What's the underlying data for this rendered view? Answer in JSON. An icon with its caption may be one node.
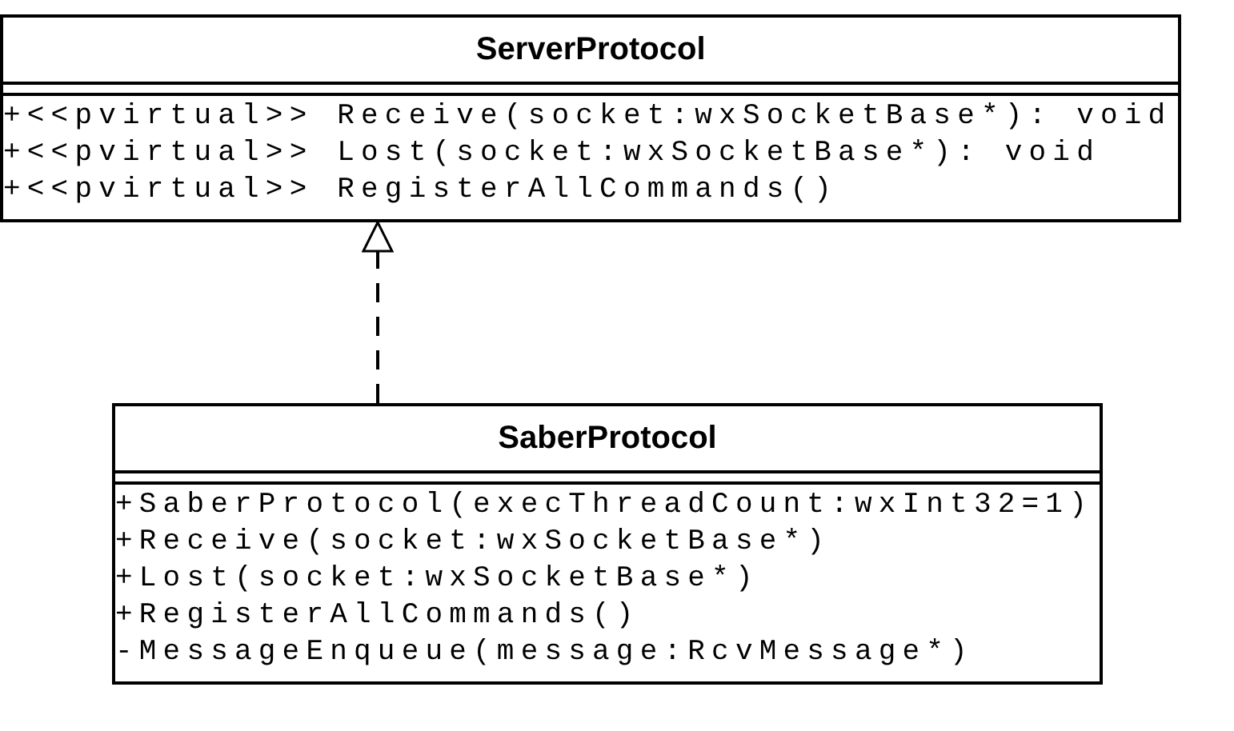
{
  "diagram": {
    "nodes": [
      {
        "text": [
          "ServerProtocol",
          "+<<pvirtual>> Receive(socket:wxSocketBase*): void",
          "+<<pvirtual>> Lost(socket:wxSocketBase*): void",
          "+<<pvirtual>> RegisterAllCommands()"
        ]
      },
      {
        "text": [
          "SaberProtocol",
          "+SaberProtocol(execThreadCount:wxInt32=1)",
          "+Receive(socket:wxSocketBase*)",
          "+Lost(socket:wxSocketBase*)",
          "+RegisterAllCommands()",
          "-MessageEnqueue(message:RcvMessage*)"
        ]
      }
    ],
    "edges": [
      {
        "from": 1,
        "to": 0,
        "arrow": "to",
        "style": "dashed"
      }
    ]
  }
}
